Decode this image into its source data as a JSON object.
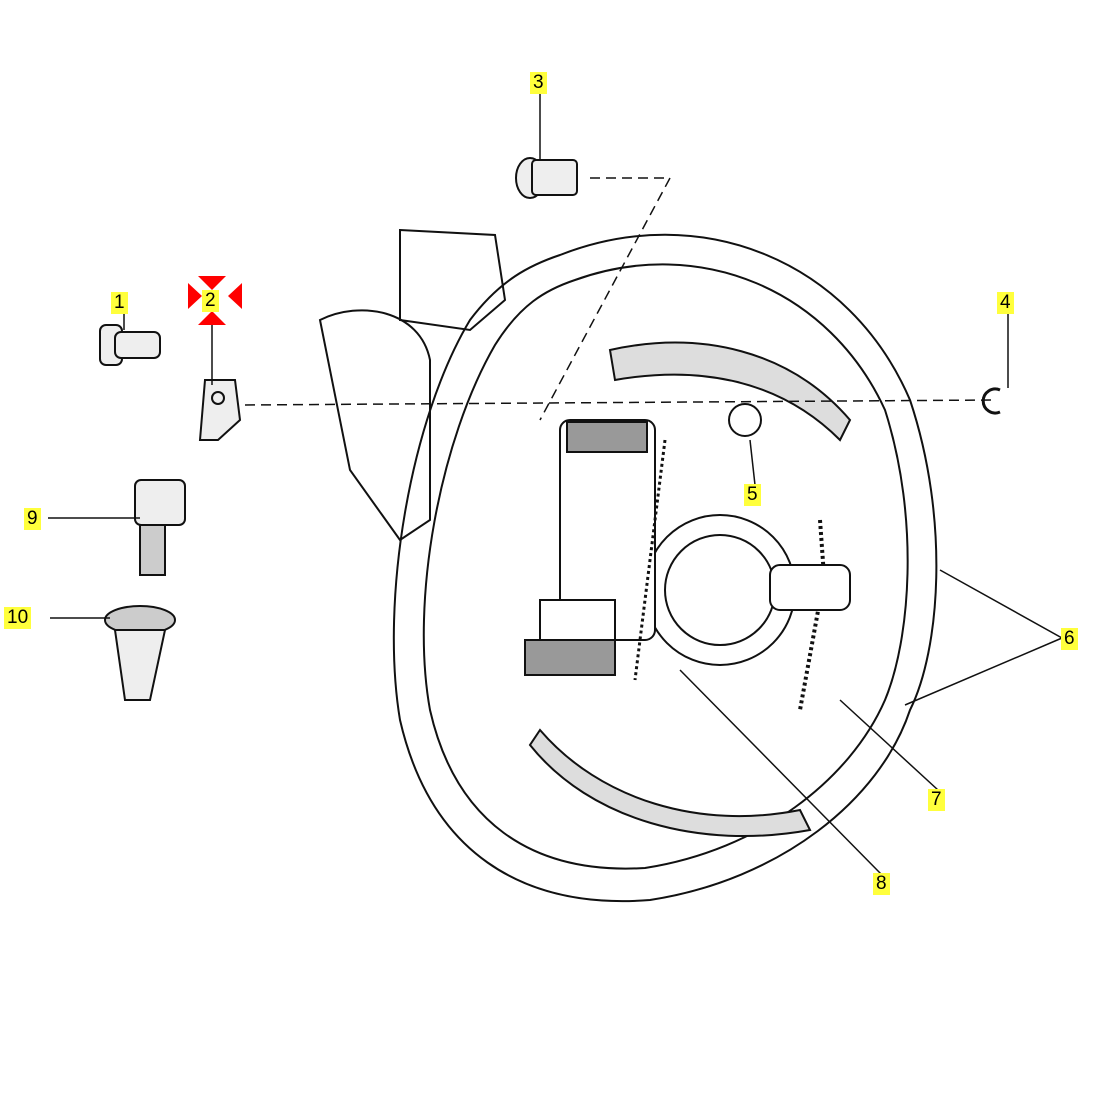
{
  "diagram": {
    "callouts": [
      {
        "id": "1",
        "label": "1"
      },
      {
        "id": "2",
        "label": "2",
        "selected": true
      },
      {
        "id": "3",
        "label": "3"
      },
      {
        "id": "4",
        "label": "4"
      },
      {
        "id": "5",
        "label": "5"
      },
      {
        "id": "6",
        "label": "6"
      },
      {
        "id": "7",
        "label": "7"
      },
      {
        "id": "8",
        "label": "8"
      },
      {
        "id": "9",
        "label": "9"
      },
      {
        "id": "10",
        "label": "10"
      }
    ],
    "colors": {
      "highlight": "#ffff3c",
      "selection": "#ff0000",
      "line": "#111111"
    }
  }
}
